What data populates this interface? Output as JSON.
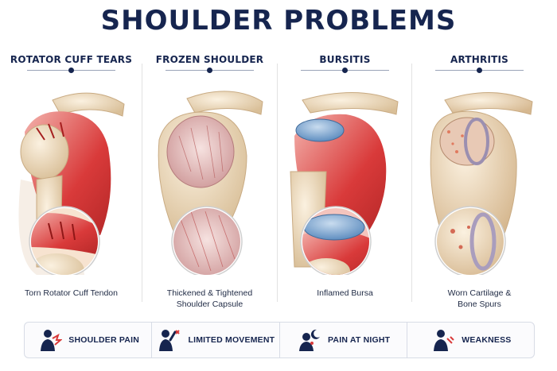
{
  "title": "SHOULDER PROBLEMS",
  "panels": [
    {
      "title": "ROTATOR CUFF TEARS",
      "caption_lines": [
        "Torn Rotator Cuff Tendon"
      ]
    },
    {
      "title": "FROZEN SHOULDER",
      "caption_lines": [
        "Thickened & Tightened",
        "Shoulder Capsule"
      ]
    },
    {
      "title": "BURSITIS",
      "caption_lines": [
        "Inflamed Bursa"
      ]
    },
    {
      "title": "ARTHRITIS",
      "caption_lines": [
        "Worn Cartilage &",
        "Bone Spurs"
      ]
    }
  ],
  "symptoms": [
    {
      "label": "SHOULDER PAIN",
      "icon": "shoulder-pain-icon"
    },
    {
      "label": "LIMITED MOVEMENT",
      "icon": "limited-movement-icon"
    },
    {
      "label": "PAIN AT NIGHT",
      "icon": "pain-at-night-icon"
    },
    {
      "label": "WEAKNESS",
      "icon": "weakness-icon"
    }
  ],
  "colors": {
    "navy": "#16254f",
    "muscle_red": "#d93a3a",
    "bone": "#efdcc0",
    "bursa_blue": "#7fa6cf"
  }
}
